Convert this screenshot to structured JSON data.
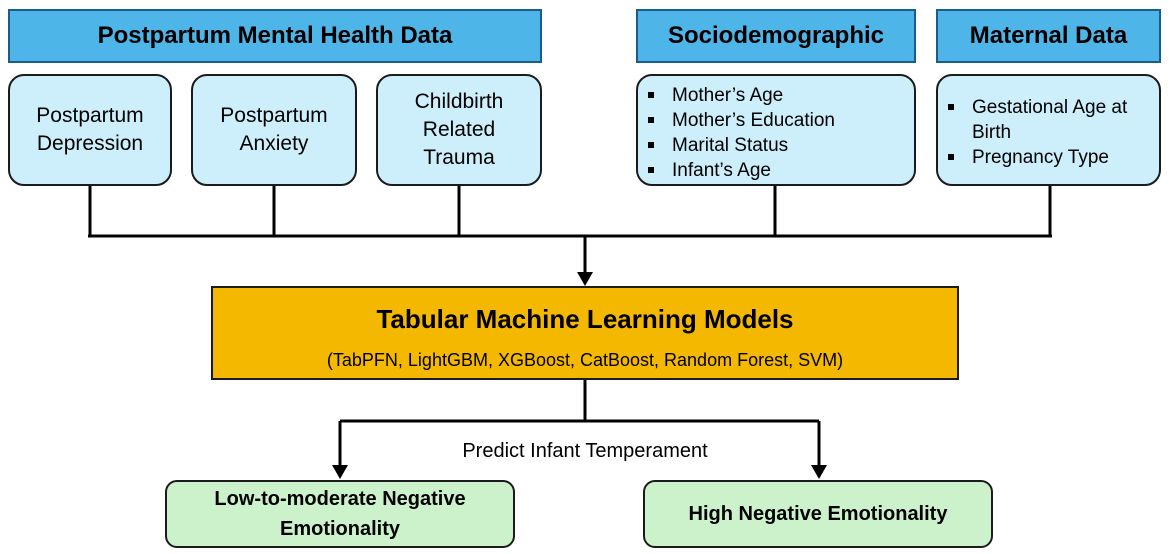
{
  "headers": {
    "mental_health": "Postpartum Mental Health Data",
    "sociodemographic": "Sociodemographic",
    "maternal": "Maternal Data"
  },
  "mental_health_boxes": {
    "depression": [
      "Postpartum",
      "Depression"
    ],
    "anxiety": [
      "Postpartum",
      "Anxiety"
    ],
    "trauma": [
      "Childbirth",
      "Related",
      "Trauma"
    ]
  },
  "sociodemographic_items": [
    "Mother’s Age",
    "Mother’s Education",
    "Marital Status",
    "Infant’s Age"
  ],
  "maternal_items": [
    "Gestational Age at Birth",
    "Pregnancy Type"
  ],
  "model": {
    "title": "Tabular Machine Learning Models",
    "subtitle": "(TabPFN, LightGBM, XGBoost, CatBoost, Random Forest, SVM)"
  },
  "prediction_label": "Predict Infant Temperament",
  "outcomes": {
    "low": [
      "Low-to-moderate Negative",
      "Emotionality"
    ],
    "high": "High Negative Emotionality"
  },
  "colors": {
    "header_fill": "#4db5e8",
    "input_fill": "#cdeefb",
    "model_fill": "#f5b800",
    "outcome_fill": "#ccf2cc"
  }
}
